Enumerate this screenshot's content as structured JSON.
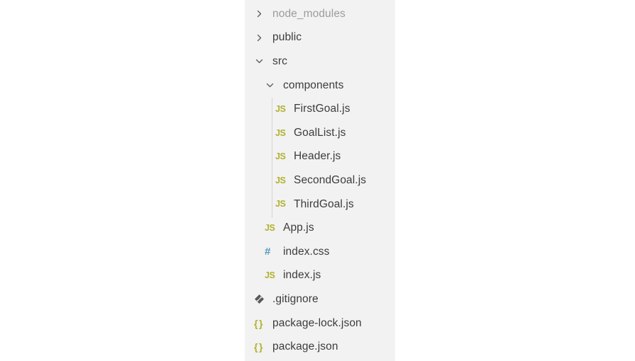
{
  "panel": {
    "background": "#f2f2f2"
  },
  "colors": {
    "text": "#3c3c3c",
    "dimmed": "#9c9c9c",
    "chevron": "#5f5f5f",
    "js": "#b1b12f",
    "css": "#519aba",
    "braces": "#b1b12f",
    "git": "#58585b",
    "guide": "#d6d6d6"
  },
  "icon_glyphs": {
    "js-icon": "JS",
    "css-icon": "#",
    "braces-icon": "{}"
  },
  "tree": {
    "items": [
      {
        "label": "node_modules",
        "type": "folder",
        "state": "collapsed",
        "level": 0,
        "dimmed": true,
        "icon": "chevron-right-icon"
      },
      {
        "label": "public",
        "type": "folder",
        "state": "collapsed",
        "level": 0,
        "dimmed": false,
        "icon": "chevron-right-icon"
      },
      {
        "label": "src",
        "type": "folder",
        "state": "expanded",
        "level": 0,
        "dimmed": false,
        "icon": "chevron-down-icon"
      },
      {
        "label": "components",
        "type": "folder",
        "state": "expanded",
        "level": 1,
        "dimmed": false,
        "icon": "chevron-down-icon"
      },
      {
        "label": "FirstGoal.js",
        "type": "file",
        "level": 2,
        "dimmed": false,
        "icon": "js-icon"
      },
      {
        "label": "GoalList.js",
        "type": "file",
        "level": 2,
        "dimmed": false,
        "icon": "js-icon"
      },
      {
        "label": "Header.js",
        "type": "file",
        "level": 2,
        "dimmed": false,
        "icon": "js-icon"
      },
      {
        "label": "SecondGoal.js",
        "type": "file",
        "level": 2,
        "dimmed": false,
        "icon": "js-icon"
      },
      {
        "label": "ThirdGoal.js",
        "type": "file",
        "level": 2,
        "dimmed": false,
        "icon": "js-icon"
      },
      {
        "label": "App.js",
        "type": "file",
        "level": 1,
        "dimmed": false,
        "icon": "js-icon"
      },
      {
        "label": "index.css",
        "type": "file",
        "level": 1,
        "dimmed": false,
        "icon": "css-icon"
      },
      {
        "label": "index.js",
        "type": "file",
        "level": 1,
        "dimmed": false,
        "icon": "js-icon"
      },
      {
        "label": ".gitignore",
        "type": "file",
        "level": 0,
        "dimmed": false,
        "icon": "git-icon"
      },
      {
        "label": "package-lock.json",
        "type": "file",
        "level": 0,
        "dimmed": false,
        "icon": "braces-icon"
      },
      {
        "label": "package.json",
        "type": "file",
        "level": 0,
        "dimmed": false,
        "icon": "braces-icon"
      }
    ]
  }
}
